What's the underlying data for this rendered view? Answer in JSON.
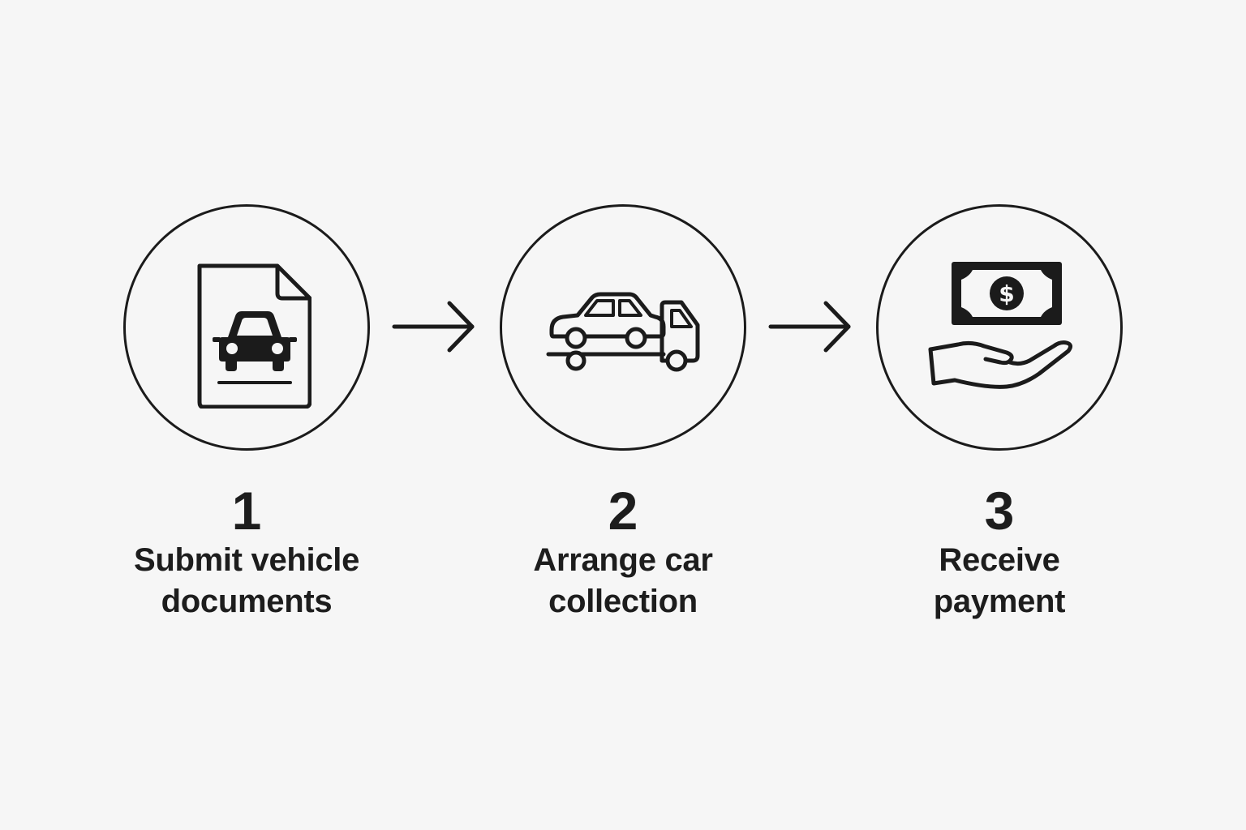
{
  "steps": [
    {
      "number": "1",
      "label_line1": "Submit vehicle",
      "label_line2": "documents",
      "icon": "vehicle-document-icon"
    },
    {
      "number": "2",
      "label_line1": "Arrange car",
      "label_line2": "collection",
      "icon": "tow-truck-icon"
    },
    {
      "number": "3",
      "label_line1": "Receive",
      "label_line2": "payment",
      "icon": "payment-hand-icon"
    }
  ],
  "connectors": [
    {
      "icon": "arrow-right-icon"
    },
    {
      "icon": "arrow-right-icon"
    }
  ],
  "colors": {
    "background": "#f6f6f6",
    "stroke": "#1b1b1b",
    "text": "#1d1d1d"
  }
}
